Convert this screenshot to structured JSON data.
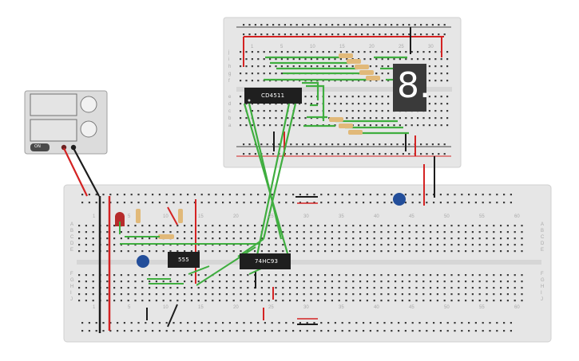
{
  "schematic": {
    "chips": [
      {
        "label": "CD4511"
      },
      {
        "label": "555"
      },
      {
        "label": "74HC93"
      }
    ],
    "display": {
      "digit": "8."
    },
    "power_supply": {
      "button_label": "ON"
    },
    "main_board": {
      "top_numbers": [
        "1",
        "5",
        "10",
        "15",
        "20",
        "25",
        "30",
        "35",
        "40",
        "45",
        "50",
        "55",
        "60"
      ],
      "bottom_numbers": [
        "1",
        "5",
        "10",
        "15",
        "20",
        "25",
        "30",
        "35",
        "40",
        "45",
        "50",
        "55",
        "60"
      ],
      "row_letters": [
        "A",
        "B",
        "C",
        "D",
        "E",
        "F",
        "G",
        "H",
        "I",
        "J"
      ]
    },
    "top_board": {
      "column_numbers": [
        "1",
        "5",
        "10",
        "15",
        "20",
        "25",
        "30"
      ],
      "row_letters_upper": [
        "j",
        "i",
        "h",
        "g",
        "f"
      ],
      "row_letters_lower": [
        "e",
        "d",
        "c",
        "b",
        "a"
      ]
    },
    "colors": {
      "wire_green": "#3fae3f",
      "wire_red": "#d42323",
      "wire_black": "#1c1c1c",
      "board": "#e6e6e6",
      "chip": "#1f1f1f"
    }
  }
}
